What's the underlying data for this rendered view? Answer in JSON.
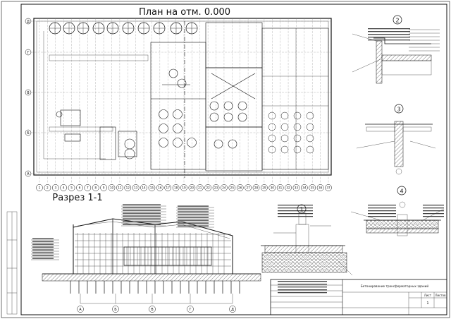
{
  "plan": {
    "title": "План на отм. 0.000",
    "row_axes": [
      "А",
      "Б",
      "В",
      "Г",
      "Д"
    ],
    "col_axes": [
      "1",
      "2",
      "3",
      "4",
      "5",
      "6",
      "7",
      "8",
      "9",
      "10",
      "11",
      "12",
      "13",
      "14",
      "15",
      "16",
      "17",
      "18",
      "19",
      "20",
      "21",
      "22",
      "23",
      "24",
      "25",
      "26",
      "27",
      "28",
      "29",
      "30",
      "31",
      "32",
      "33",
      "34",
      "35",
      "36",
      "37"
    ]
  },
  "section": {
    "title": "Разрез 1-1",
    "axes": [
      "А",
      "Б",
      "В",
      "Г",
      "Д"
    ]
  },
  "nodes": [
    {
      "id": "node-2",
      "label": "2"
    },
    {
      "id": "node-3",
      "label": "3"
    },
    {
      "id": "node-1",
      "label": "1"
    },
    {
      "id": "node-4",
      "label": "4"
    }
  ],
  "title_block": {
    "project": "Бетонирование трансформаторных зданий",
    "sheet_label": "Лист",
    "sheets_label": "Листов",
    "sheet_no": "1"
  }
}
